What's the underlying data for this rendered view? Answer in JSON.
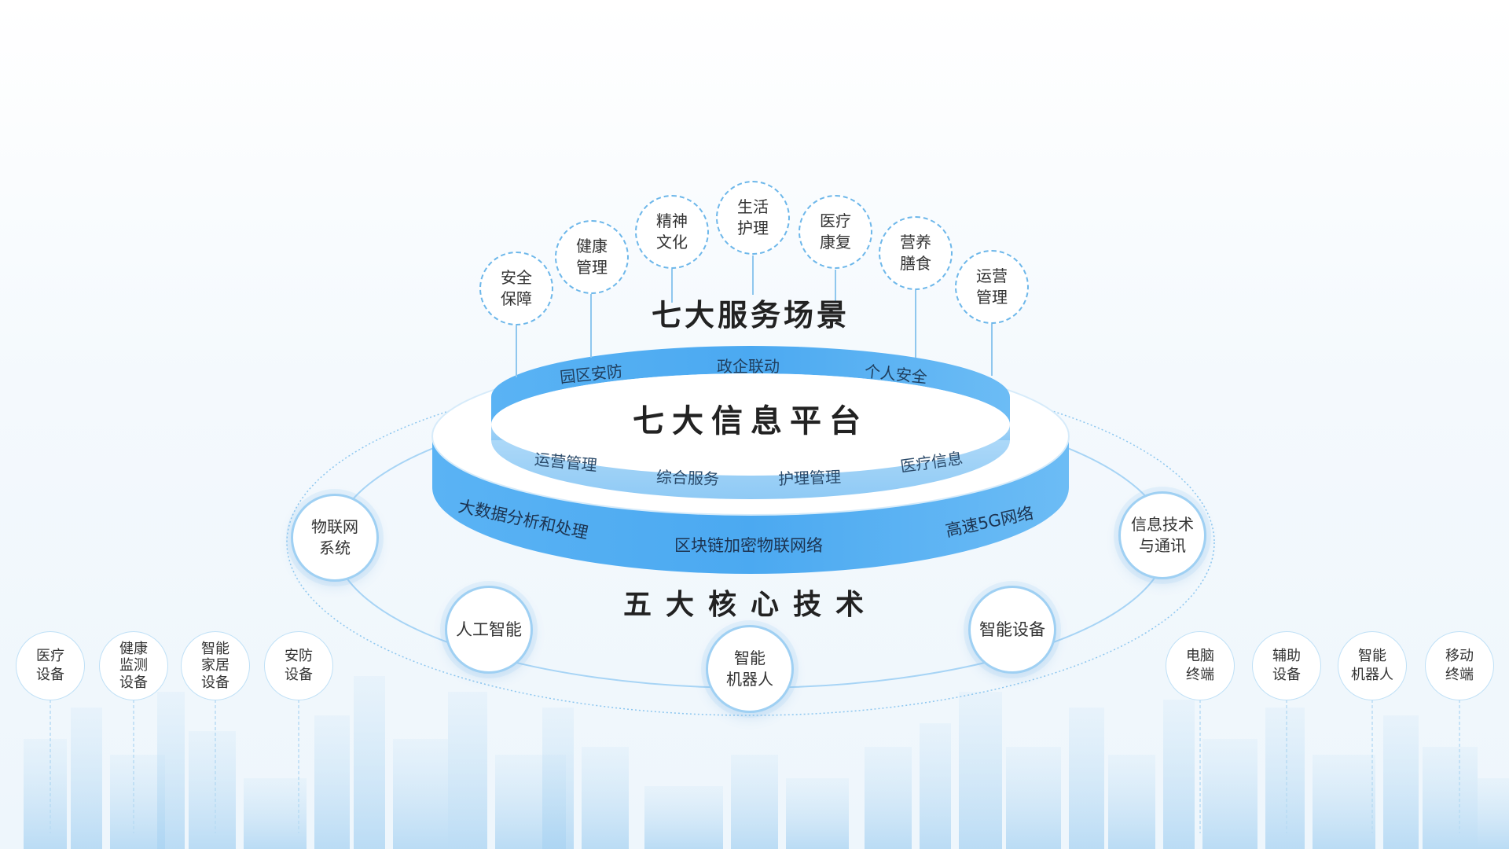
{
  "titles": {
    "service": "七大服务场景",
    "platform": "七大信息平台",
    "tech": "五大核心技术"
  },
  "service_scenes": [
    {
      "l1": "安全",
      "l2": "保障"
    },
    {
      "l1": "健康",
      "l2": "管理"
    },
    {
      "l1": "精神",
      "l2": "文化"
    },
    {
      "l1": "生活",
      "l2": "护理"
    },
    {
      "l1": "医疗",
      "l2": "康复"
    },
    {
      "l1": "营养",
      "l2": "膳食"
    },
    {
      "l1": "运营",
      "l2": "管理"
    }
  ],
  "platform_top": [
    "园区安防",
    "政企联动",
    "个人安全"
  ],
  "platform_inner": [
    "运营管理",
    "综合服务",
    "护理管理",
    "医疗信息"
  ],
  "band_labels": [
    "大数据分析和处理",
    "区块链加密物联网络",
    "高速5G网络"
  ],
  "core_tech": [
    {
      "l1": "物联网",
      "l2": "系统"
    },
    {
      "l1": "人工智能",
      "l2": ""
    },
    {
      "l1": "智能",
      "l2": "机器人"
    },
    {
      "l1": "智能设备",
      "l2": ""
    },
    {
      "l1": "信息技术",
      "l2": "与通讯"
    }
  ],
  "left_devices": [
    {
      "l1": "医疗",
      "l2": "设备"
    },
    {
      "l1": "健康",
      "l2": "监测",
      "l3": "设备"
    },
    {
      "l1": "智能",
      "l2": "家居",
      "l3": "设备"
    },
    {
      "l1": "安防",
      "l2": "设备"
    }
  ],
  "right_devices": [
    {
      "l1": "电脑",
      "l2": "终端"
    },
    {
      "l1": "辅助",
      "l2": "设备"
    },
    {
      "l1": "智能",
      "l2": "机器人"
    },
    {
      "l1": "移动",
      "l2": "终端"
    }
  ],
  "colors": {
    "primary": "#4aa8f0",
    "light": "#a8d6f8",
    "dash": "#6db7ea"
  }
}
